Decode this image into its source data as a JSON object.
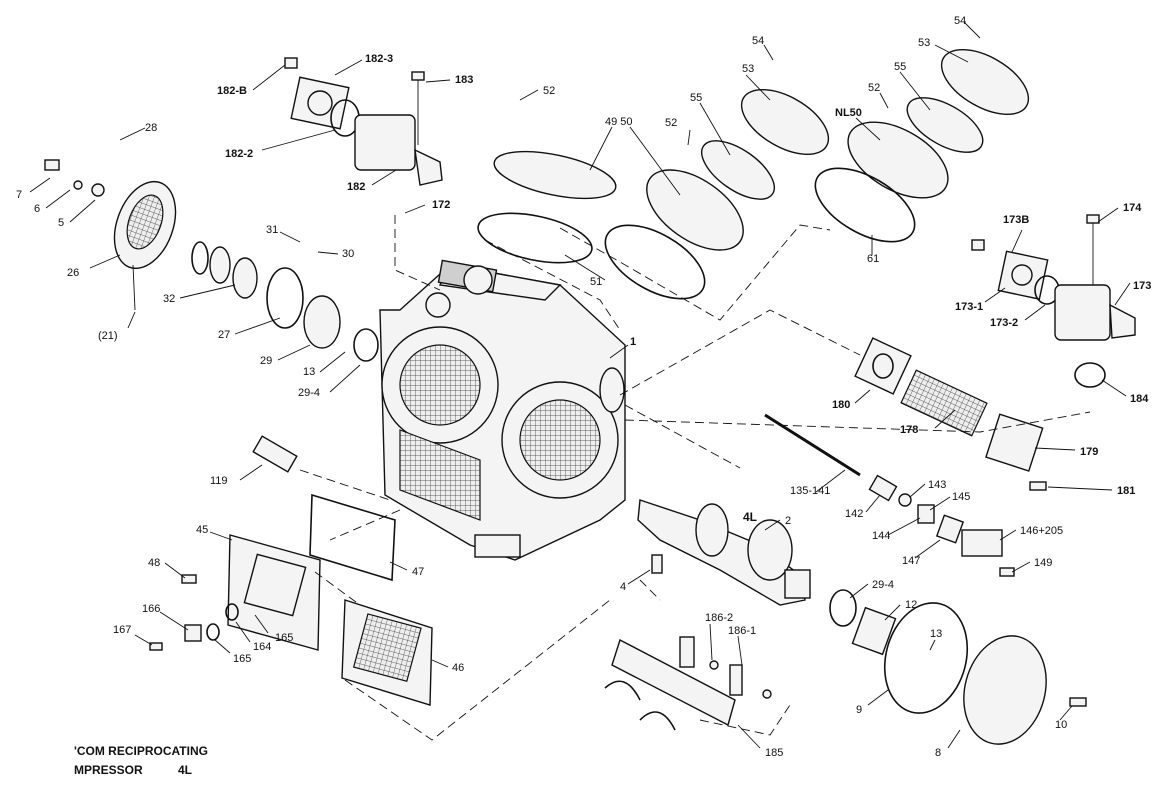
{
  "caption": {
    "line1": "'COM RECIPROCATING",
    "line2": "MPRESSOR",
    "model": "4L"
  },
  "model_badge": "4L",
  "labels": {
    "l182b": "182-B",
    "l1823": "182-3",
    "l1822": "182-2",
    "l182": "182",
    "l183": "183",
    "l172": "172",
    "l52a": "52",
    "l4950": "49 50",
    "l52b": "52",
    "l55a": "55",
    "l54a": "54",
    "l53a": "53",
    "l52c": "52",
    "l55b": "55",
    "l54b": "54",
    "l53b": "53",
    "lnl50": "NL50",
    "l51": "51",
    "l61": "61",
    "l28": "28",
    "l7": "7",
    "l6": "6",
    "l5": "5",
    "l26": "26",
    "l21": "(21)",
    "l31": "31",
    "l30": "30",
    "l32": "32",
    "l27": "27",
    "l29": "29",
    "l13a": "13",
    "l294a": "29-4",
    "l1": "1",
    "l173b": "173B",
    "l174": "174",
    "l1731": "173-1",
    "l173": "173",
    "l1732": "173-2",
    "l180": "180",
    "l184": "184",
    "l178": "178",
    "l179": "179",
    "l181": "181",
    "l119": "119",
    "l135141": "135-141",
    "l143": "143",
    "l142": "142",
    "l145": "145",
    "l144": "144",
    "l146205": "146+205",
    "l147": "147",
    "l149": "149",
    "l2": "2",
    "l45": "45",
    "l47": "47",
    "l48": "48",
    "l4": "4",
    "l294b": "29-4",
    "l12": "12",
    "l166": "166",
    "l167": "167",
    "l165a": "165",
    "l164": "164",
    "l165b": "165",
    "l46": "46",
    "l1862": "186-2",
    "l1861": "186-1",
    "l13b": "13",
    "l9": "9",
    "l10": "10",
    "l8": "8",
    "l185": "185"
  }
}
